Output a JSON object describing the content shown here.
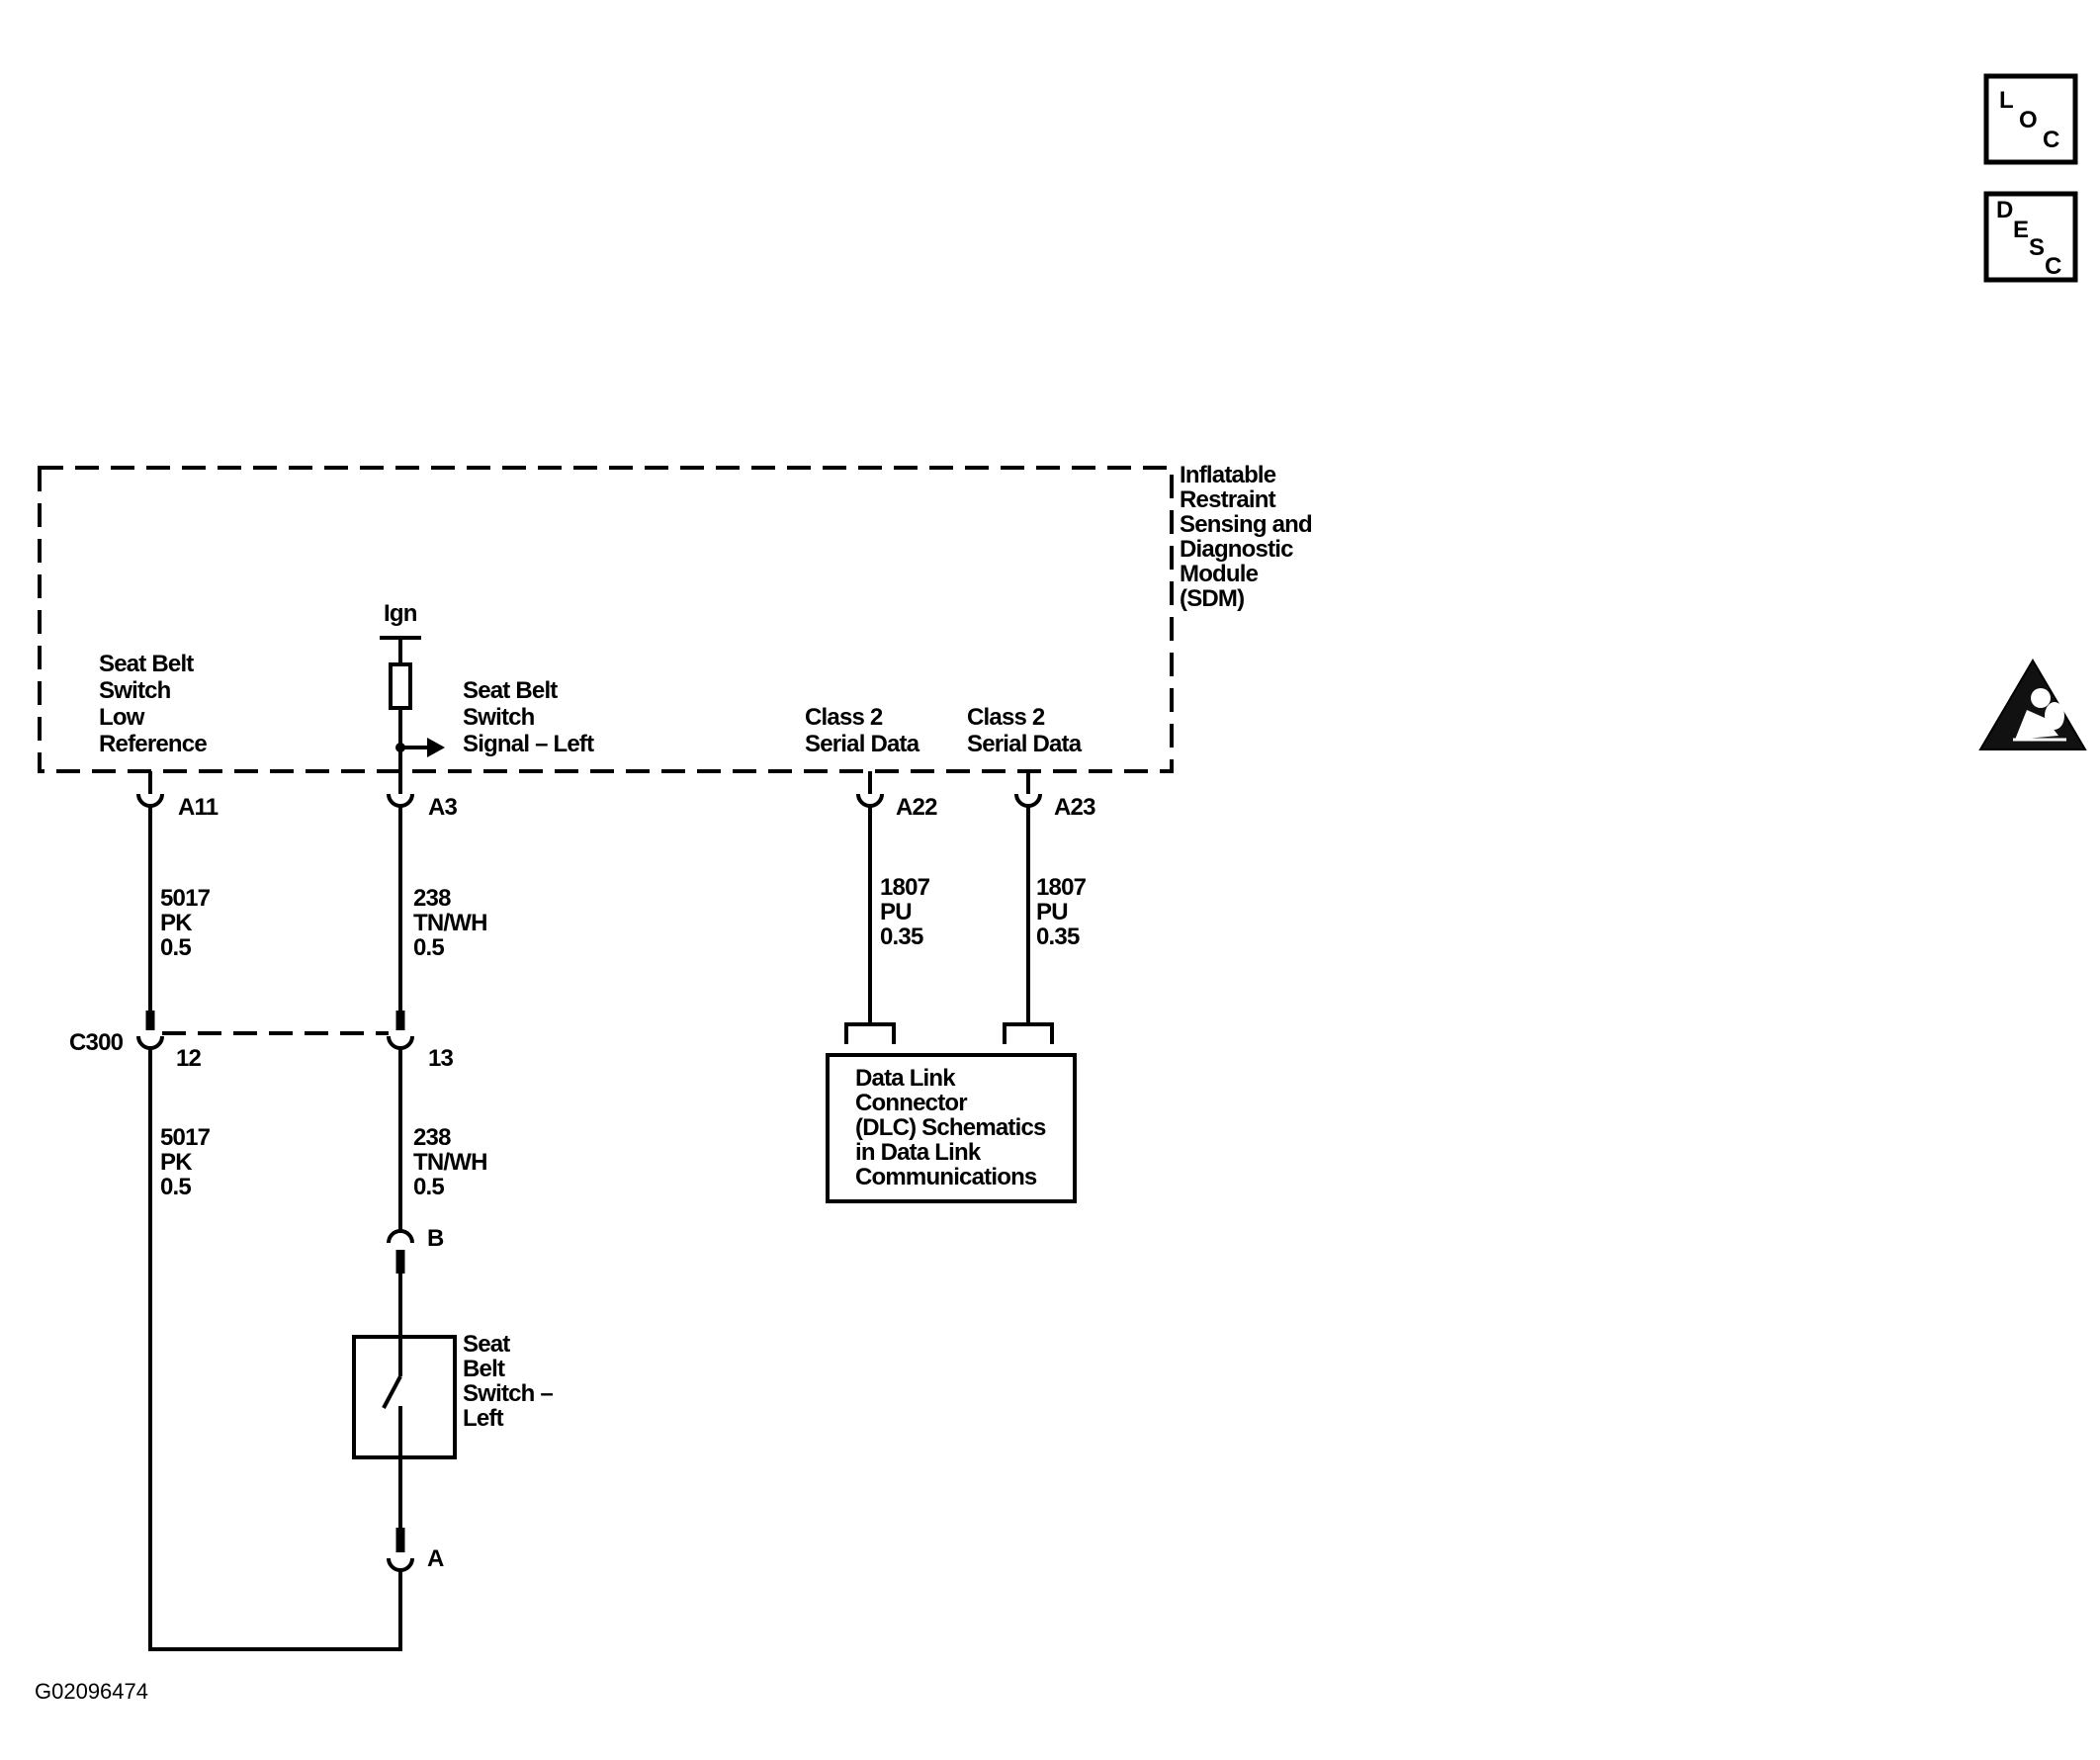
{
  "module": {
    "name_lines": [
      "Inflatable",
      "Restraint",
      "Sensing and",
      "Diagnostic",
      "Module",
      "(SDM)"
    ]
  },
  "pins": [
    {
      "id": "A11",
      "desc": [
        "Seat Belt",
        "Switch",
        "Low",
        "Reference"
      ],
      "wire": {
        "circuit": "5017",
        "color": "PK",
        "size": "0.5"
      }
    },
    {
      "id": "A3",
      "desc": [
        "Seat Belt",
        "Switch",
        "Signal – Left"
      ],
      "wire": {
        "circuit": "238",
        "color": "TN/WH",
        "size": "0.5"
      }
    },
    {
      "id": "A22",
      "desc": [
        "Class 2",
        "Serial Data"
      ],
      "wire": {
        "circuit": "1807",
        "color": "PU",
        "size": "0.35"
      }
    },
    {
      "id": "A23",
      "desc": [
        "Class 2",
        "Serial Data"
      ],
      "wire": {
        "circuit": "1807",
        "color": "PU",
        "size": "0.35"
      }
    }
  ],
  "ignition_label": "Ign",
  "connector_c300": {
    "name": "C300",
    "pins": [
      "12",
      "13"
    ]
  },
  "lower_wires": [
    {
      "circuit": "5017",
      "color": "PK",
      "size": "0.5"
    },
    {
      "circuit": "238",
      "color": "TN/WH",
      "size": "0.5"
    }
  ],
  "switch": {
    "label_lines": [
      "Seat",
      "Belt",
      "Switch –",
      "Left"
    ],
    "pin_top": "B",
    "pin_bottom": "A"
  },
  "dlc": {
    "label_lines": [
      "Data Link",
      "Connector",
      "(DLC) Schematics",
      "in Data Link",
      "Communications"
    ]
  },
  "figure_id": "G02096474",
  "badges": {
    "loc": [
      "L",
      "O",
      "C"
    ],
    "desc": [
      "D",
      "E",
      "S",
      "C"
    ]
  },
  "warning_icon": "airbag-warning-icon"
}
